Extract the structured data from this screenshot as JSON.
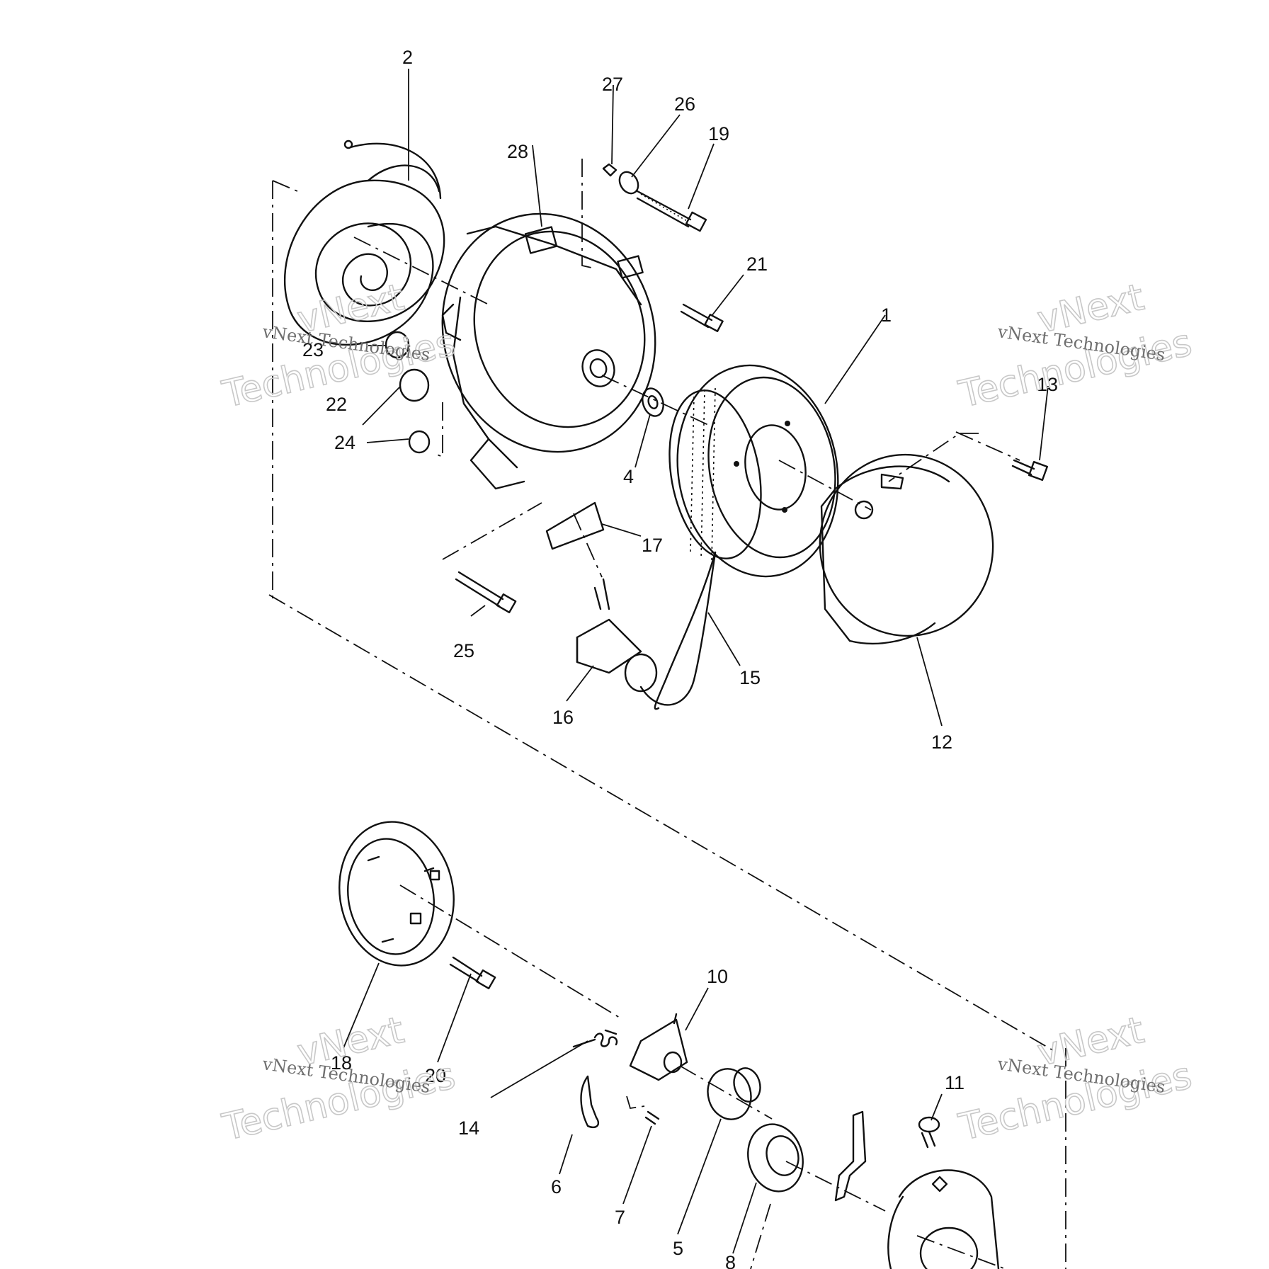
{
  "callouts": {
    "c1": "1",
    "c2": "2",
    "c4": "4",
    "c5": "5",
    "c6": "6",
    "c7": "7",
    "c8": "8",
    "c10": "10",
    "c11": "11",
    "c12": "12",
    "c13": "13",
    "c14": "14",
    "c15": "15",
    "c16": "16",
    "c17": "17",
    "c18": "18",
    "c19": "19",
    "c20": "20",
    "c21": "21",
    "c22": "22",
    "c23": "23",
    "c24": "24",
    "c25": "25",
    "c26": "26",
    "c27": "27",
    "c28": "28"
  },
  "watermarks": {
    "brand": "vNext",
    "word": "Technologies",
    "full": "vNext Technologies"
  }
}
